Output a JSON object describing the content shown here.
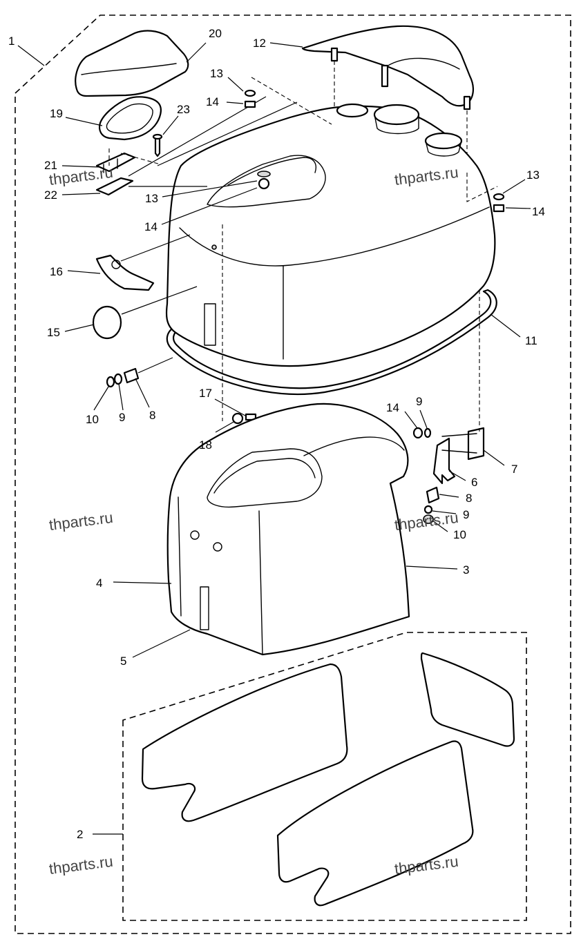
{
  "callouts": {
    "c1": "1",
    "c2": "2",
    "c3": "3",
    "c4": "4",
    "c5": "5",
    "c6": "6",
    "c7": "7",
    "c8a": "8",
    "c8b": "8",
    "c9a": "9",
    "c9b": "9",
    "c9c": "9",
    "c10a": "10",
    "c10b": "10",
    "c11": "11",
    "c12": "12",
    "c13a": "13",
    "c13b": "13",
    "c13c": "13",
    "c14a": "14",
    "c14b": "14",
    "c14c": "14",
    "c14d": "14",
    "c15": "15",
    "c16": "16",
    "c17": "17",
    "c18": "18",
    "c19": "19",
    "c20": "20",
    "c21": "21",
    "c22": "22",
    "c23": "23"
  },
  "watermarks": {
    "w1": "thparts.ru",
    "w2": "thparts.ru",
    "w3": "thparts.ru",
    "w4": "thparts.ru",
    "w5": "thparts.ru",
    "w6": "thparts.ru"
  },
  "colors": {
    "line": "#000000",
    "fill": "#ffffff",
    "watermark": "#444444"
  }
}
